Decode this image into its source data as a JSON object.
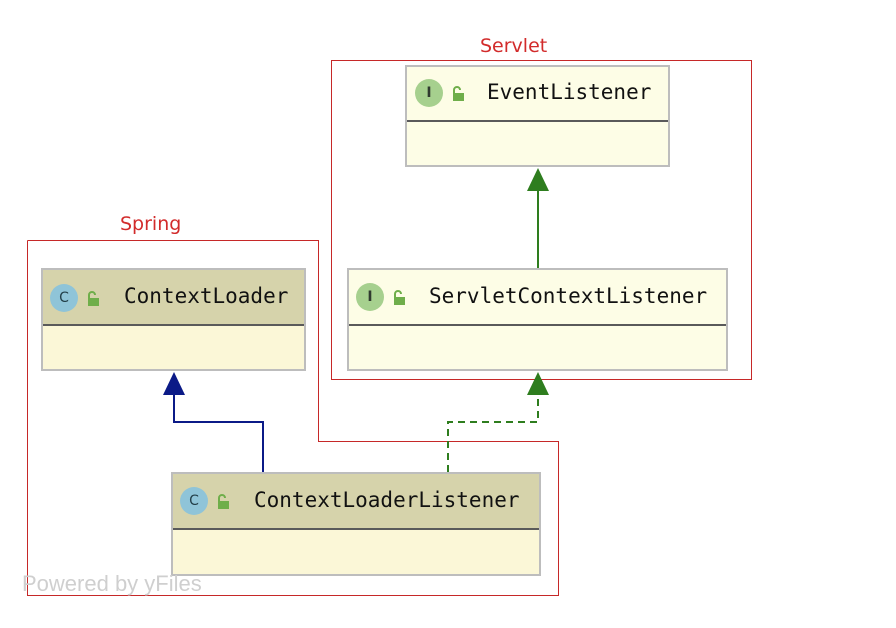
{
  "groups": {
    "servlet": {
      "label": "Servlet"
    },
    "spring": {
      "label": "Spring"
    }
  },
  "nodes": {
    "event_listener": {
      "badge": "I",
      "name": "EventListener",
      "kind": "interface",
      "icon": "interface-icon"
    },
    "servlet_context_listener": {
      "badge": "I",
      "name": "ServletContextListener",
      "kind": "interface",
      "icon": "interface-icon"
    },
    "context_loader": {
      "badge": "C",
      "name": "ContextLoader",
      "kind": "class",
      "icon": "class-icon"
    },
    "context_loader_listener": {
      "badge": "C",
      "name": "ContextLoaderListener",
      "kind": "class",
      "icon": "class-icon"
    }
  },
  "edges": [
    {
      "from": "ServletContextListener",
      "to": "EventListener",
      "type": "extends",
      "color": "#2e7d1e"
    },
    {
      "from": "ContextLoaderListener",
      "to": "ContextLoader",
      "type": "extends",
      "color": "#0b1a87"
    },
    {
      "from": "ContextLoaderListener",
      "to": "ServletContextListener",
      "type": "implements",
      "color": "#2e7d1e"
    }
  ],
  "watermark": "Powered by yFiles",
  "colors": {
    "group_border": "#c62828",
    "group_label": "#d22b2b",
    "interface_fill": "#fdfde6",
    "class_header": "#d6d3ab",
    "class_body": "#fbf7d7"
  }
}
